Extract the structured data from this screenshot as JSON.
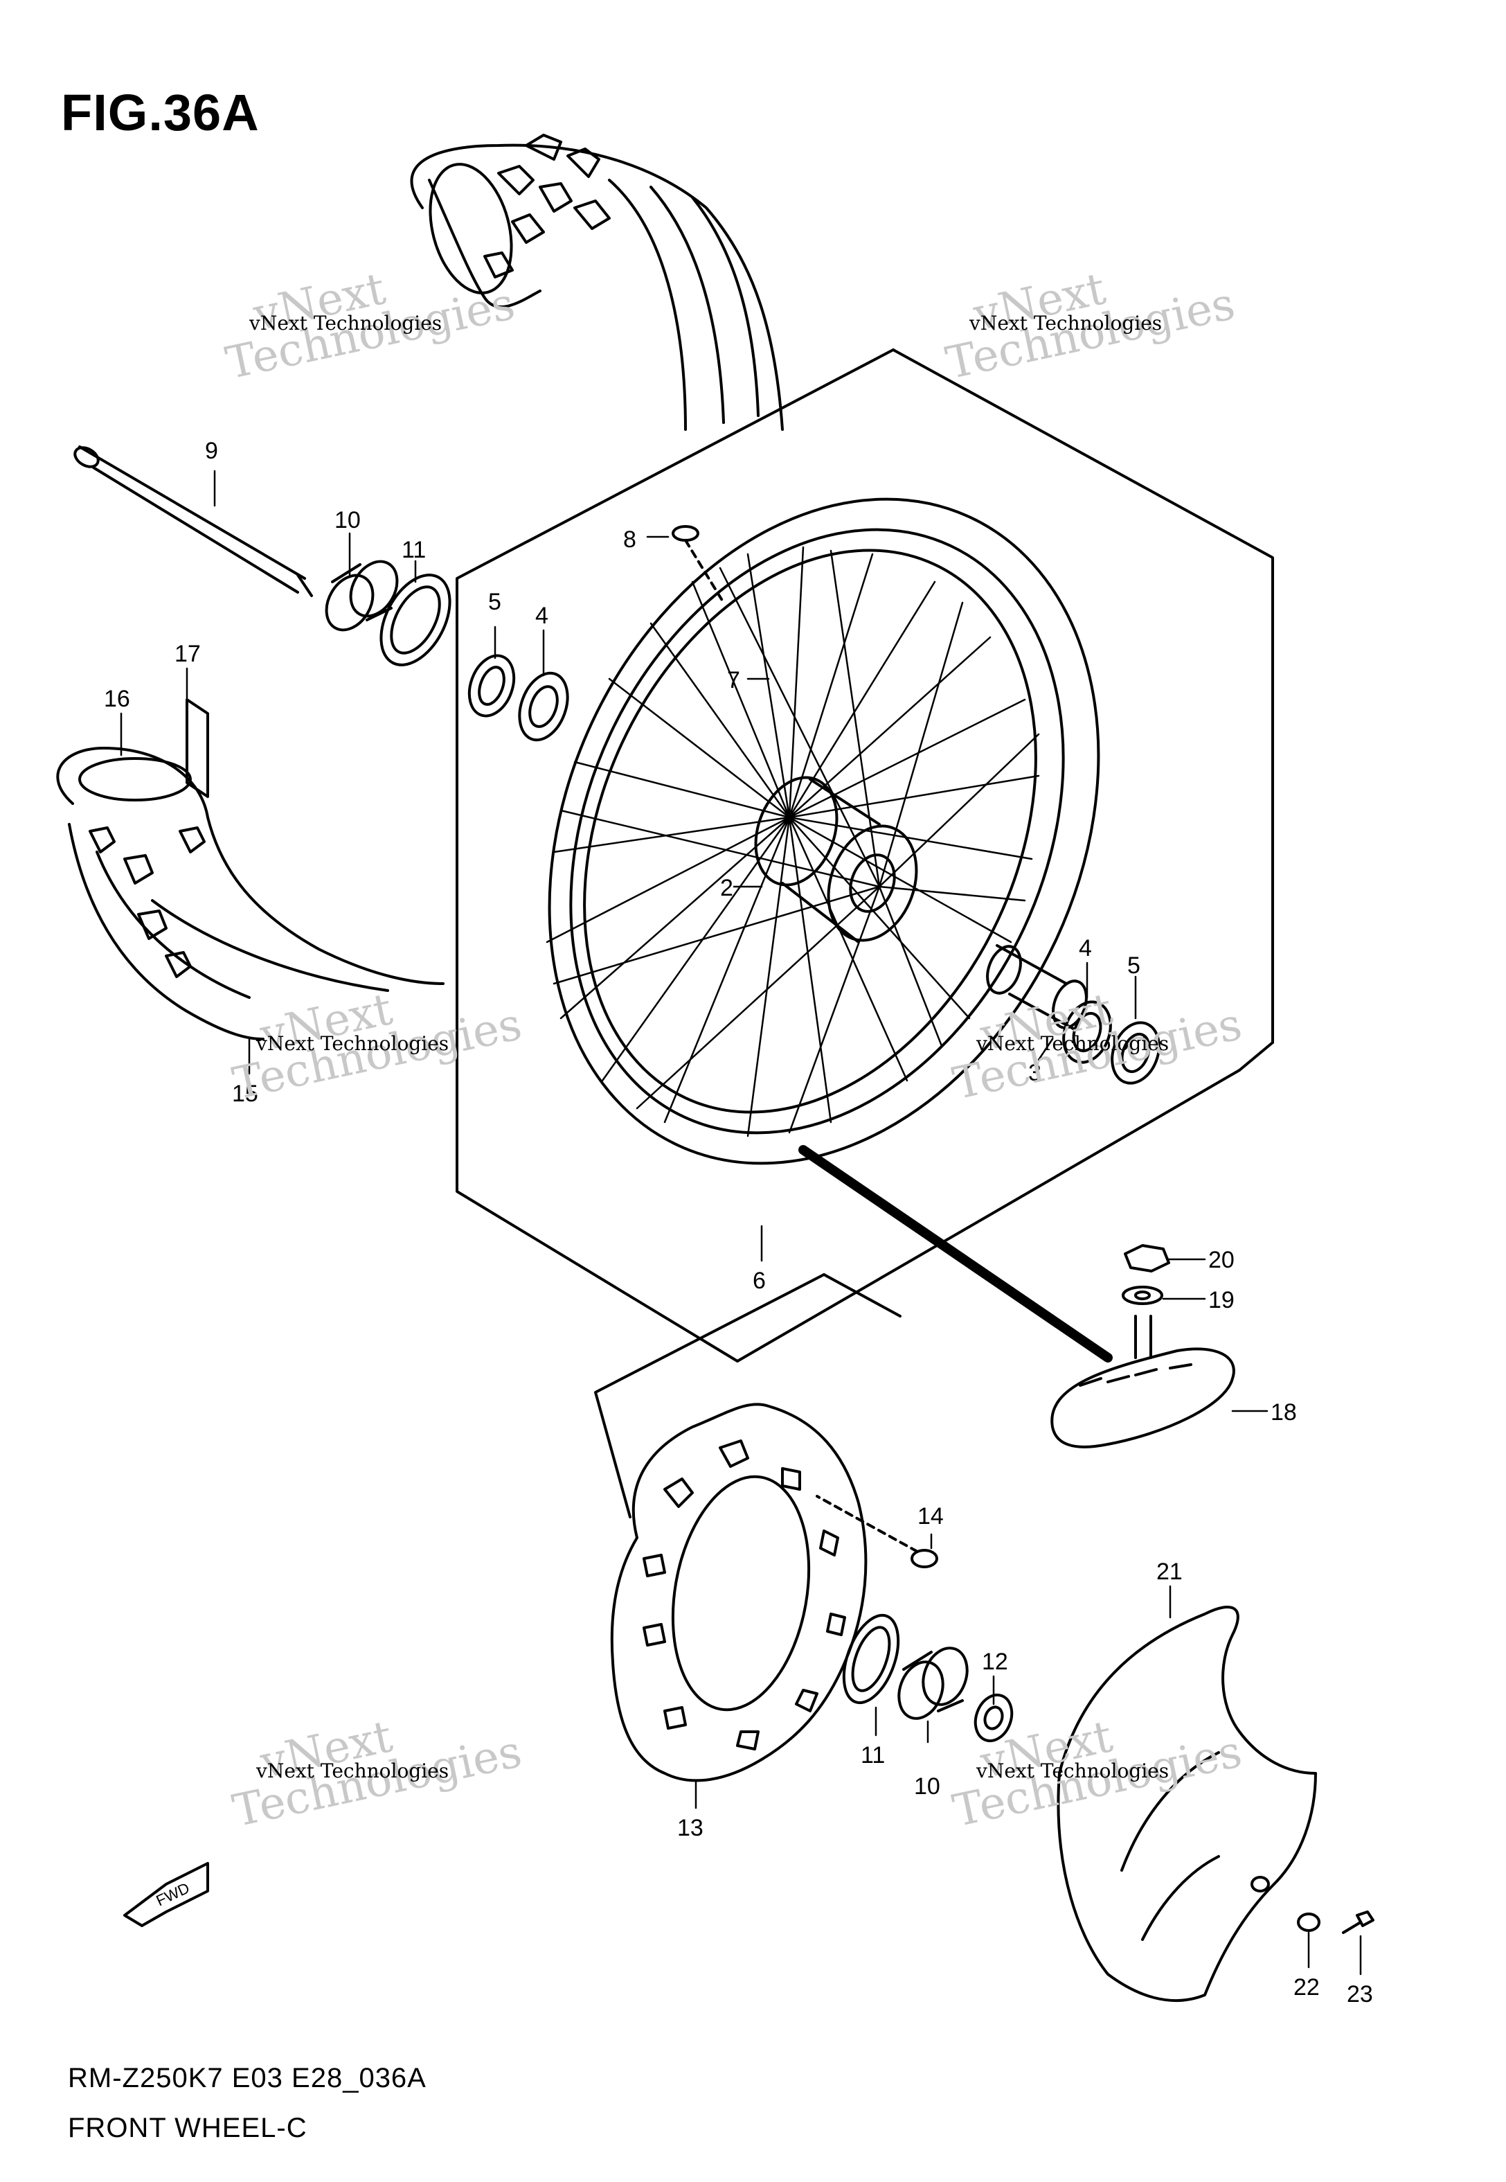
{
  "figure": {
    "title": "FIG.36A",
    "model_code": "RM-Z250K7 E03 E28_036A",
    "caption": "FRONT WHEEL-C",
    "fwd_label": "FWD"
  },
  "watermark": {
    "line1": "vNext",
    "line2": "Technologies",
    "small": "vNext Technologies"
  },
  "callouts": [
    {
      "id": "c9",
      "label": "9"
    },
    {
      "id": "c10a",
      "label": "10"
    },
    {
      "id": "c11a",
      "label": "11"
    },
    {
      "id": "c5a",
      "label": "5"
    },
    {
      "id": "c4a",
      "label": "4"
    },
    {
      "id": "c8",
      "label": "8"
    },
    {
      "id": "c7",
      "label": "7"
    },
    {
      "id": "c17",
      "label": "17"
    },
    {
      "id": "c16",
      "label": "16"
    },
    {
      "id": "c2",
      "label": "2"
    },
    {
      "id": "c4b",
      "label": "4"
    },
    {
      "id": "c5b",
      "label": "5"
    },
    {
      "id": "c3",
      "label": "3"
    },
    {
      "id": "c15",
      "label": "15"
    },
    {
      "id": "c6",
      "label": "6"
    },
    {
      "id": "c20",
      "label": "20"
    },
    {
      "id": "c19",
      "label": "19"
    },
    {
      "id": "c18",
      "label": "18"
    },
    {
      "id": "c14",
      "label": "14"
    },
    {
      "id": "c21",
      "label": "21"
    },
    {
      "id": "c12",
      "label": "12"
    },
    {
      "id": "c11b",
      "label": "11"
    },
    {
      "id": "c10b",
      "label": "10"
    },
    {
      "id": "c13",
      "label": "13"
    },
    {
      "id": "c22",
      "label": "22"
    },
    {
      "id": "c23",
      "label": "23"
    }
  ]
}
